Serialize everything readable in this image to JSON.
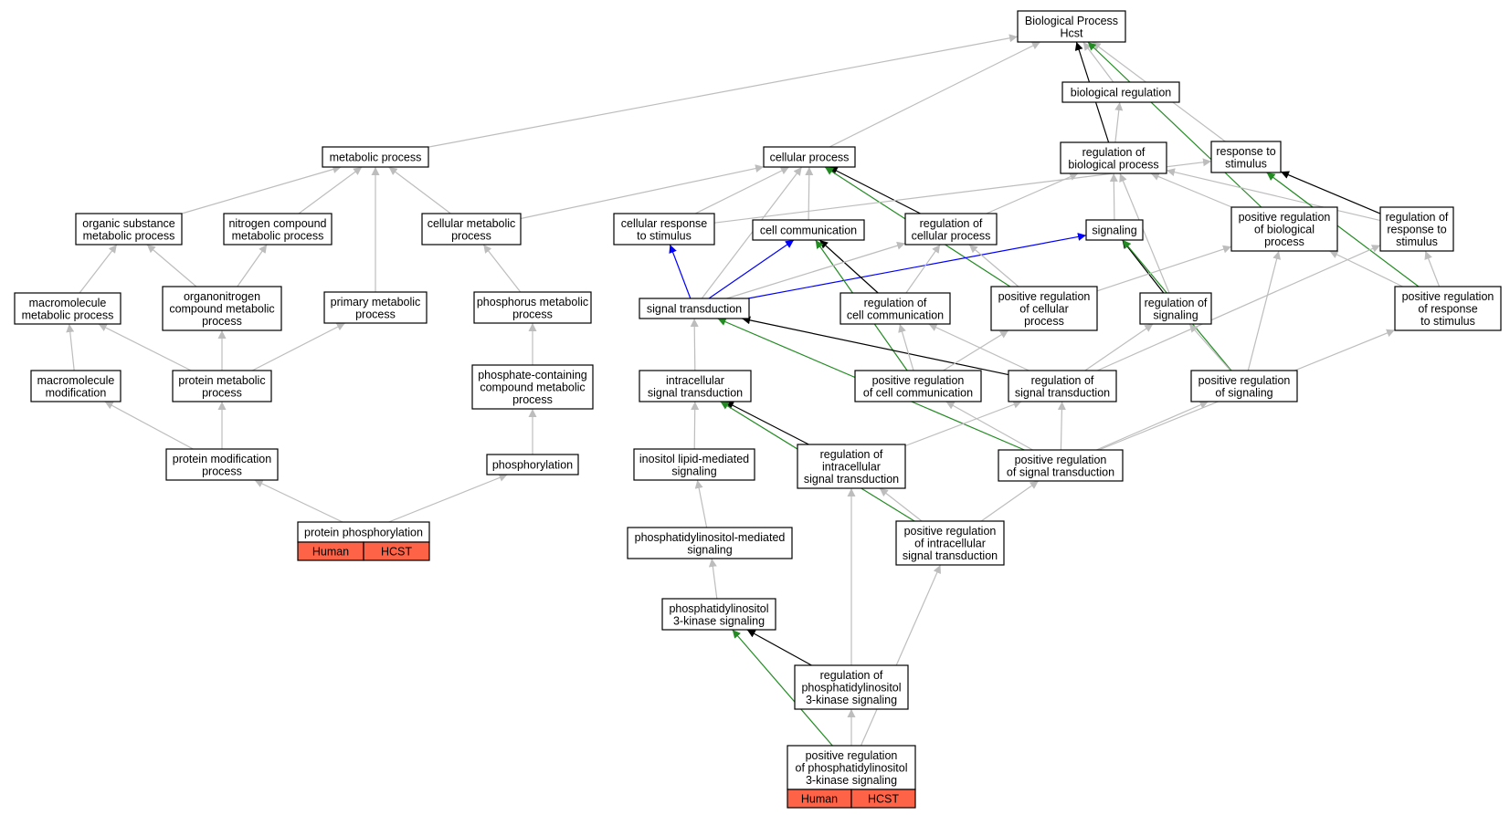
{
  "colors": {
    "is_a": "#bdbdbd",
    "regulates": "#000000",
    "positively_regulates": "#228b22",
    "part_of": "#0000ff",
    "tag": "#ff6347"
  },
  "nodes": [
    {
      "id": "root",
      "lines": [
        "Biological Process",
        "Hcst"
      ]
    },
    {
      "id": "biological-regulation",
      "lines": [
        "biological regulation"
      ]
    },
    {
      "id": "metabolic-process",
      "lines": [
        "metabolic process"
      ]
    },
    {
      "id": "cellular-process",
      "lines": [
        "cellular process"
      ]
    },
    {
      "id": "regulation-of-biological-process",
      "lines": [
        "regulation of",
        "biological process"
      ]
    },
    {
      "id": "response-to-stimulus",
      "lines": [
        "response to",
        "stimulus"
      ]
    },
    {
      "id": "organic-substance-metabolic-process",
      "lines": [
        "organic substance",
        "metabolic process"
      ]
    },
    {
      "id": "nitrogen-compound-metabolic-process",
      "lines": [
        "nitrogen compound",
        "metabolic process"
      ]
    },
    {
      "id": "cellular-metabolic-process",
      "lines": [
        "cellular metabolic",
        "process"
      ]
    },
    {
      "id": "cellular-response-to-stimulus",
      "lines": [
        "cellular response",
        "to stimulus"
      ]
    },
    {
      "id": "cell-communication",
      "lines": [
        "cell communication"
      ]
    },
    {
      "id": "regulation-of-cellular-process",
      "lines": [
        "regulation of",
        "cellular process"
      ]
    },
    {
      "id": "signaling",
      "lines": [
        "signaling"
      ]
    },
    {
      "id": "positive-regulation-of-biological-process",
      "lines": [
        "positive regulation",
        "of biological",
        "process"
      ]
    },
    {
      "id": "regulation-of-response-to-stimulus",
      "lines": [
        "regulation of",
        "response to",
        "stimulus"
      ]
    },
    {
      "id": "macromolecule-metabolic-process",
      "lines": [
        "macromolecule",
        "metabolic process"
      ]
    },
    {
      "id": "organonitrogen-compound-metabolic-process",
      "lines": [
        "organonitrogen",
        "compound metabolic",
        "process"
      ]
    },
    {
      "id": "primary-metabolic-process",
      "lines": [
        "primary metabolic",
        "process"
      ]
    },
    {
      "id": "phosphorus-metabolic-process",
      "lines": [
        "phosphorus metabolic",
        "process"
      ]
    },
    {
      "id": "signal-transduction",
      "lines": [
        "signal transduction"
      ]
    },
    {
      "id": "regulation-of-cell-communication",
      "lines": [
        "regulation of",
        "cell communication"
      ]
    },
    {
      "id": "positive-regulation-of-cellular-process",
      "lines": [
        "positive regulation",
        "of cellular",
        "process"
      ]
    },
    {
      "id": "regulation-of-signaling",
      "lines": [
        "regulation of",
        "signaling"
      ]
    },
    {
      "id": "positive-regulation-of-response-to-stimulus",
      "lines": [
        "positive regulation",
        "of response",
        "to stimulus"
      ]
    },
    {
      "id": "macromolecule-modification",
      "lines": [
        "macromolecule",
        "modification"
      ]
    },
    {
      "id": "protein-metabolic-process",
      "lines": [
        "protein metabolic",
        "process"
      ]
    },
    {
      "id": "phosphate-containing-compound-metabolic-process",
      "lines": [
        "phosphate-containing",
        "compound metabolic",
        "process"
      ]
    },
    {
      "id": "intracellular-signal-transduction",
      "lines": [
        "intracellular",
        "signal transduction"
      ]
    },
    {
      "id": "positive-regulation-of-cell-communication",
      "lines": [
        "positive regulation",
        "of cell communication"
      ]
    },
    {
      "id": "regulation-of-signal-transduction",
      "lines": [
        "regulation of",
        "signal transduction"
      ]
    },
    {
      "id": "positive-regulation-of-signaling",
      "lines": [
        "positive regulation",
        "of signaling"
      ]
    },
    {
      "id": "protein-modification-process",
      "lines": [
        "protein modification",
        "process"
      ]
    },
    {
      "id": "phosphorylation",
      "lines": [
        "phosphorylation"
      ]
    },
    {
      "id": "inositol-lipid-mediated-signaling",
      "lines": [
        "inositol lipid-mediated",
        "signaling"
      ]
    },
    {
      "id": "regulation-of-intracellular-signal-transduction",
      "lines": [
        "regulation of",
        "intracellular",
        "signal transduction"
      ]
    },
    {
      "id": "positive-regulation-of-signal-transduction",
      "lines": [
        "positive regulation",
        "of signal transduction"
      ]
    },
    {
      "id": "protein-phosphorylation",
      "lines": [
        "protein phosphorylation"
      ],
      "tags": [
        "Human",
        "HCST"
      ]
    },
    {
      "id": "phosphatidylinositol-mediated-signaling",
      "lines": [
        "phosphatidylinositol-mediated",
        "signaling"
      ]
    },
    {
      "id": "positive-regulation-of-intracellular-signal-transduction",
      "lines": [
        "positive regulation",
        "of intracellular",
        "signal transduction"
      ]
    },
    {
      "id": "phosphatidylinositol-3-kinase-signaling",
      "lines": [
        "phosphatidylinositol",
        "3-kinase signaling"
      ]
    },
    {
      "id": "regulation-of-phosphatidylinositol-3-kinase-signaling",
      "lines": [
        "regulation of",
        "phosphatidylinositol",
        "3-kinase signaling"
      ]
    },
    {
      "id": "positive-regulation-of-phosphatidylinositol-3-kinase-signaling",
      "lines": [
        "positive regulation",
        "of phosphatidylinositol",
        "3-kinase signaling"
      ],
      "tags": [
        "Human",
        "HCST"
      ]
    }
  ],
  "edges": [
    {
      "from": "biological-regulation",
      "to": "root",
      "type": "is_a"
    },
    {
      "from": "metabolic-process",
      "to": "root",
      "type": "is_a"
    },
    {
      "from": "cellular-process",
      "to": "root",
      "type": "is_a"
    },
    {
      "from": "response-to-stimulus",
      "to": "root",
      "type": "is_a"
    },
    {
      "from": "regulation-of-biological-process",
      "to": "root",
      "type": "regulates"
    },
    {
      "from": "positive-regulation-of-biological-process",
      "to": "root",
      "type": "positively_regulates"
    },
    {
      "from": "regulation-of-biological-process",
      "to": "biological-regulation",
      "type": "is_a"
    },
    {
      "from": "organic-substance-metabolic-process",
      "to": "metabolic-process",
      "type": "is_a"
    },
    {
      "from": "nitrogen-compound-metabolic-process",
      "to": "metabolic-process",
      "type": "is_a"
    },
    {
      "from": "cellular-metabolic-process",
      "to": "metabolic-process",
      "type": "is_a"
    },
    {
      "from": "primary-metabolic-process",
      "to": "metabolic-process",
      "type": "is_a"
    },
    {
      "from": "cellular-metabolic-process",
      "to": "cellular-process",
      "type": "is_a"
    },
    {
      "from": "cellular-response-to-stimulus",
      "to": "cellular-process",
      "type": "is_a"
    },
    {
      "from": "cell-communication",
      "to": "cellular-process",
      "type": "is_a"
    },
    {
      "from": "signal-transduction",
      "to": "cellular-process",
      "type": "is_a"
    },
    {
      "from": "regulation-of-cellular-process",
      "to": "cellular-process",
      "type": "regulates"
    },
    {
      "from": "positive-regulation-of-cellular-process",
      "to": "cellular-process",
      "type": "positively_regulates"
    },
    {
      "from": "regulation-of-cellular-process",
      "to": "regulation-of-biological-process",
      "type": "is_a"
    },
    {
      "from": "signaling",
      "to": "regulation-of-biological-process",
      "type": "is_a"
    },
    {
      "from": "positive-regulation-of-biological-process",
      "to": "regulation-of-biological-process",
      "type": "is_a"
    },
    {
      "from": "regulation-of-signaling",
      "to": "regulation-of-biological-process",
      "type": "is_a"
    },
    {
      "from": "regulation-of-response-to-stimulus",
      "to": "regulation-of-biological-process",
      "type": "is_a"
    },
    {
      "from": "cellular-response-to-stimulus",
      "to": "response-to-stimulus",
      "type": "is_a"
    },
    {
      "from": "regulation-of-response-to-stimulus",
      "to": "response-to-stimulus",
      "type": "regulates"
    },
    {
      "from": "positive-regulation-of-response-to-stimulus",
      "to": "response-to-stimulus",
      "type": "positively_regulates"
    },
    {
      "from": "macromolecule-metabolic-process",
      "to": "organic-substance-metabolic-process",
      "type": "is_a"
    },
    {
      "from": "organonitrogen-compound-metabolic-process",
      "to": "organic-substance-metabolic-process",
      "type": "is_a"
    },
    {
      "from": "organonitrogen-compound-metabolic-process",
      "to": "nitrogen-compound-metabolic-process",
      "type": "is_a"
    },
    {
      "from": "phosphorus-metabolic-process",
      "to": "cellular-metabolic-process",
      "type": "is_a"
    },
    {
      "from": "signal-transduction",
      "to": "cellular-response-to-stimulus",
      "type": "part_of"
    },
    {
      "from": "signal-transduction",
      "to": "cell-communication",
      "type": "part_of"
    },
    {
      "from": "signal-transduction",
      "to": "signaling",
      "type": "part_of"
    },
    {
      "from": "regulation-of-cell-communication",
      "to": "cell-communication",
      "type": "regulates"
    },
    {
      "from": "positive-regulation-of-cell-communication",
      "to": "cell-communication",
      "type": "positively_regulates"
    },
    {
      "from": "signal-transduction",
      "to": "regulation-of-cellular-process",
      "type": "is_a"
    },
    {
      "from": "regulation-of-cell-communication",
      "to": "regulation-of-cellular-process",
      "type": "is_a"
    },
    {
      "from": "positive-regulation-of-cellular-process",
      "to": "regulation-of-cellular-process",
      "type": "is_a"
    },
    {
      "from": "regulation-of-signaling",
      "to": "signaling",
      "type": "regulates"
    },
    {
      "from": "positive-regulation-of-signaling",
      "to": "signaling",
      "type": "positively_regulates"
    },
    {
      "from": "positive-regulation-of-cellular-process",
      "to": "positive-regulation-of-biological-process",
      "type": "is_a"
    },
    {
      "from": "positive-regulation-of-signaling",
      "to": "positive-regulation-of-biological-process",
      "type": "is_a"
    },
    {
      "from": "regulation-of-signal-transduction",
      "to": "regulation-of-response-to-stimulus",
      "type": "is_a"
    },
    {
      "from": "positive-regulation-of-response-to-stimulus",
      "to": "regulation-of-response-to-stimulus",
      "type": "is_a"
    },
    {
      "from": "positive-regulation-of-response-to-stimulus",
      "to": "positive-regulation-of-biological-process",
      "type": "is_a"
    },
    {
      "from": "macromolecule-modification",
      "to": "macromolecule-metabolic-process",
      "type": "is_a"
    },
    {
      "from": "protein-metabolic-process",
      "to": "macromolecule-metabolic-process",
      "type": "is_a"
    },
    {
      "from": "protein-metabolic-process",
      "to": "organonitrogen-compound-metabolic-process",
      "type": "is_a"
    },
    {
      "from": "protein-metabolic-process",
      "to": "primary-metabolic-process",
      "type": "is_a"
    },
    {
      "from": "phosphate-containing-compound-metabolic-process",
      "to": "phosphorus-metabolic-process",
      "type": "is_a"
    },
    {
      "from": "intracellular-signal-transduction",
      "to": "signal-transduction",
      "type": "is_a"
    },
    {
      "from": "regulation-of-signal-transduction",
      "to": "signal-transduction",
      "type": "regulates"
    },
    {
      "from": "positive-regulation-of-signal-transduction",
      "to": "signal-transduction",
      "type": "positively_regulates"
    },
    {
      "from": "positive-regulation-of-cell-communication",
      "to": "regulation-of-cell-communication",
      "type": "is_a"
    },
    {
      "from": "positive-regulation-of-cell-communication",
      "to": "positive-regulation-of-cellular-process",
      "type": "is_a"
    },
    {
      "from": "regulation-of-signal-transduction",
      "to": "regulation-of-cell-communication",
      "type": "is_a"
    },
    {
      "from": "regulation-of-signal-transduction",
      "to": "regulation-of-signaling",
      "type": "is_a"
    },
    {
      "from": "positive-regulation-of-signaling",
      "to": "regulation-of-signaling",
      "type": "is_a"
    },
    {
      "from": "protein-modification-process",
      "to": "macromolecule-modification",
      "type": "is_a"
    },
    {
      "from": "protein-modification-process",
      "to": "protein-metabolic-process",
      "type": "is_a"
    },
    {
      "from": "phosphorylation",
      "to": "phosphate-containing-compound-metabolic-process",
      "type": "is_a"
    },
    {
      "from": "inositol-lipid-mediated-signaling",
      "to": "intracellular-signal-transduction",
      "type": "is_a"
    },
    {
      "from": "regulation-of-intracellular-signal-transduction",
      "to": "intracellular-signal-transduction",
      "type": "regulates"
    },
    {
      "from": "positive-regulation-of-intracellular-signal-transduction",
      "to": "intracellular-signal-transduction",
      "type": "positively_regulates"
    },
    {
      "from": "regulation-of-intracellular-signal-transduction",
      "to": "regulation-of-signal-transduction",
      "type": "is_a"
    },
    {
      "from": "positive-regulation-of-signal-transduction",
      "to": "regulation-of-signal-transduction",
      "type": "is_a"
    },
    {
      "from": "positive-regulation-of-signal-transduction",
      "to": "positive-regulation-of-cell-communication",
      "type": "is_a"
    },
    {
      "from": "positive-regulation-of-signal-transduction",
      "to": "positive-regulation-of-signaling",
      "type": "is_a"
    },
    {
      "from": "positive-regulation-of-signal-transduction",
      "to": "positive-regulation-of-response-to-stimulus",
      "type": "is_a"
    },
    {
      "from": "protein-phosphorylation",
      "to": "protein-modification-process",
      "type": "is_a"
    },
    {
      "from": "protein-phosphorylation",
      "to": "phosphorylation",
      "type": "is_a"
    },
    {
      "from": "phosphatidylinositol-mediated-signaling",
      "to": "inositol-lipid-mediated-signaling",
      "type": "is_a"
    },
    {
      "from": "positive-regulation-of-intracellular-signal-transduction",
      "to": "regulation-of-intracellular-signal-transduction",
      "type": "is_a"
    },
    {
      "from": "positive-regulation-of-intracellular-signal-transduction",
      "to": "positive-regulation-of-signal-transduction",
      "type": "is_a"
    },
    {
      "from": "phosphatidylinositol-3-kinase-signaling",
      "to": "phosphatidylinositol-mediated-signaling",
      "type": "is_a"
    },
    {
      "from": "regulation-of-phosphatidylinositol-3-kinase-signaling",
      "to": "phosphatidylinositol-3-kinase-signaling",
      "type": "regulates"
    },
    {
      "from": "regulation-of-phosphatidylinositol-3-kinase-signaling",
      "to": "regulation-of-intracellular-signal-transduction",
      "type": "is_a"
    },
    {
      "from": "positive-regulation-of-phosphatidylinositol-3-kinase-signaling",
      "to": "regulation-of-phosphatidylinositol-3-kinase-signaling",
      "type": "is_a"
    },
    {
      "from": "positive-regulation-of-phosphatidylinositol-3-kinase-signaling",
      "to": "phosphatidylinositol-3-kinase-signaling",
      "type": "positively_regulates"
    },
    {
      "from": "positive-regulation-of-phosphatidylinositol-3-kinase-signaling",
      "to": "positive-regulation-of-intracellular-signal-transduction",
      "type": "is_a"
    }
  ]
}
